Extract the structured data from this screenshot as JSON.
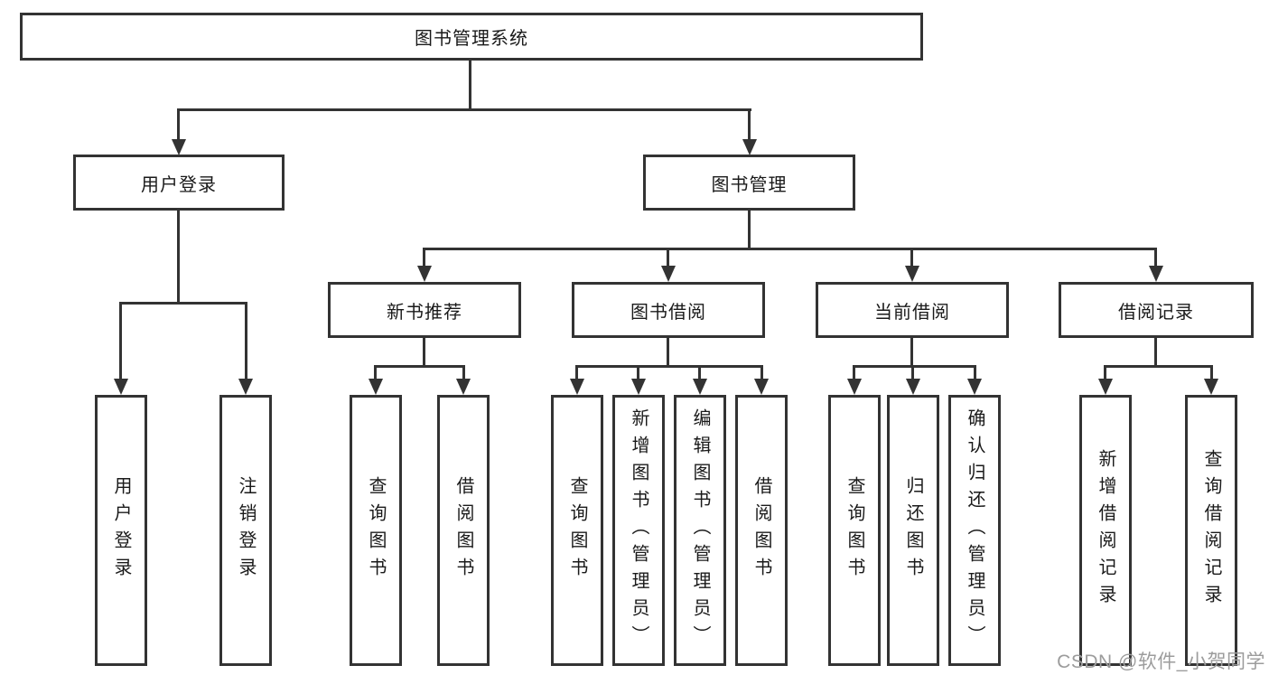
{
  "tree": {
    "label": "图书管理系统",
    "children": [
      {
        "label": "用户登录",
        "children": [
          {
            "label": "用户登录"
          },
          {
            "label": "注销登录"
          }
        ]
      },
      {
        "label": "图书管理",
        "children": [
          {
            "label": "新书推荐",
            "children": [
              {
                "label": "查询图书"
              },
              {
                "label": "借阅图书"
              }
            ]
          },
          {
            "label": "图书借阅",
            "children": [
              {
                "label": "查询图书"
              },
              {
                "label": "新增图书（管理员）"
              },
              {
                "label": "编辑图书（管理员）"
              },
              {
                "label": "借阅图书"
              }
            ]
          },
          {
            "label": "当前借阅",
            "children": [
              {
                "label": "查询图书"
              },
              {
                "label": "归还图书"
              },
              {
                "label": "确认归还（管理员）"
              }
            ]
          },
          {
            "label": "借阅记录",
            "children": [
              {
                "label": "新增借阅记录"
              },
              {
                "label": "查询借阅记录"
              }
            ]
          }
        ]
      }
    ]
  },
  "watermark": "CSDN @软件_小贺同学",
  "colors": {
    "line": "#333333",
    "text": "#1a1a1a",
    "watermark": "#9c9c9c",
    "background": "#ffffff"
  }
}
